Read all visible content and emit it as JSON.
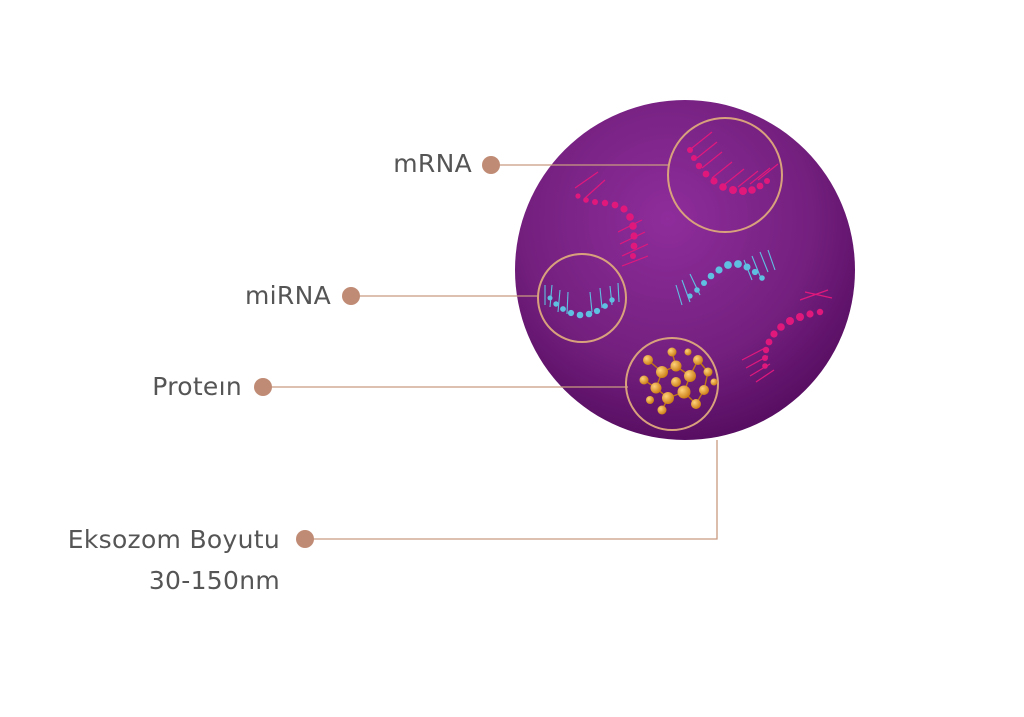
{
  "labels": {
    "mrna": "mRNA",
    "mirna": "miRNA",
    "protein": "Proteın",
    "exosome_size": "Eksozom Boyutu",
    "exosome_size_range": "30-150nm"
  },
  "colors": {
    "exosome_outer": "#5a0b63",
    "exosome_inner": "#8a2a97",
    "mrna": "#e0187c",
    "mirna": "#5fc0e2",
    "protein": "#e09a2c",
    "callout_line": "#c99a80",
    "marker_dot": "#c08b75",
    "label_text": "#555555"
  },
  "icons": {
    "marker": "circle-dot-icon",
    "mrna": "rna-strand-icon",
    "mirna": "rna-strand-icon",
    "protein": "protein-cluster-icon"
  }
}
